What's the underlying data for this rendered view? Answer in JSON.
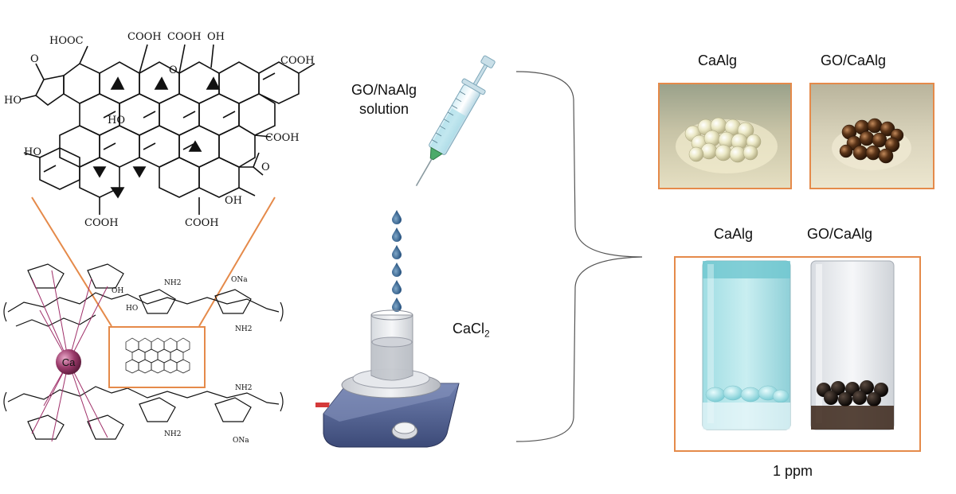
{
  "molecule": {
    "groups": {
      "hooc_top_left": "HOOC",
      "cooh_top1": "COOH",
      "cooh_top2": "COOH",
      "oh_top": "OH",
      "cooh_right_top": "COOH",
      "o_left": "O",
      "ho_left": "HO",
      "ho_mid": "HO",
      "cooh_right_mid": "COOH",
      "ho_lower_left": "HO",
      "o_acetyl": "O",
      "oh_bottom": "OH",
      "cooh_bottom1": "COOH",
      "cooh_bottom2": "COOH",
      "o_epoxy": "O"
    }
  },
  "network": {
    "ca_label": "Ca",
    "ona_top": "ONa",
    "ona_bottom": "ONa",
    "nh2_top1": "NH2",
    "nh2_top2": "NH2",
    "nh2_bottom1": "NH2",
    "nh2_bottom2": "NH2",
    "oh": "OH",
    "ho": "HO"
  },
  "process": {
    "syringe_label_line1": "GO/NaAlg",
    "syringe_label_line2": "solution",
    "cacl2_main": "CaCl",
    "cacl2_sub": "2"
  },
  "results": {
    "top_label_left": "CaAlg",
    "top_label_right": "GO/CaAlg",
    "bottom_label_left": "CaAlg",
    "bottom_label_right": "GO/CaAlg",
    "concentration": "1 ppm"
  },
  "colors": {
    "frame": "#e58a4a",
    "ca_sphere": "#8a2a5a",
    "blue_solution": "#7fd3d8",
    "bead_dark": "#1c1410"
  }
}
